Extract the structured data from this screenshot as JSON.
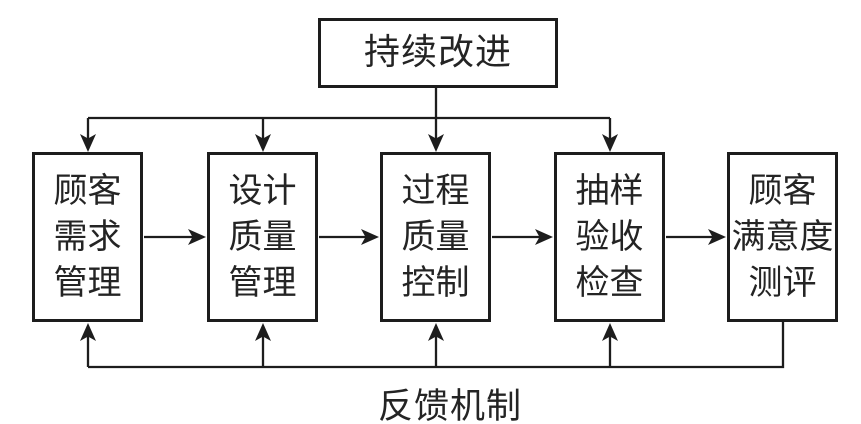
{
  "diagram": {
    "title_box": {
      "label": "持续改进"
    },
    "process_boxes": [
      {
        "id": "customer-requirements",
        "label": "顾客\n需求\n管理"
      },
      {
        "id": "design-quality",
        "label": "设计\n质量\n管理"
      },
      {
        "id": "process-quality",
        "label": "过程\n质量\n控制"
      },
      {
        "id": "sampling-inspection",
        "label": "抽样\n验收\n检查"
      },
      {
        "id": "customer-satisfaction",
        "label": "顾客\n满意度\n测评"
      }
    ],
    "feedback_label": "反馈机制",
    "colors": {
      "line": "#1d1d1d",
      "text": "#242424",
      "background": "#ffffff"
    }
  }
}
